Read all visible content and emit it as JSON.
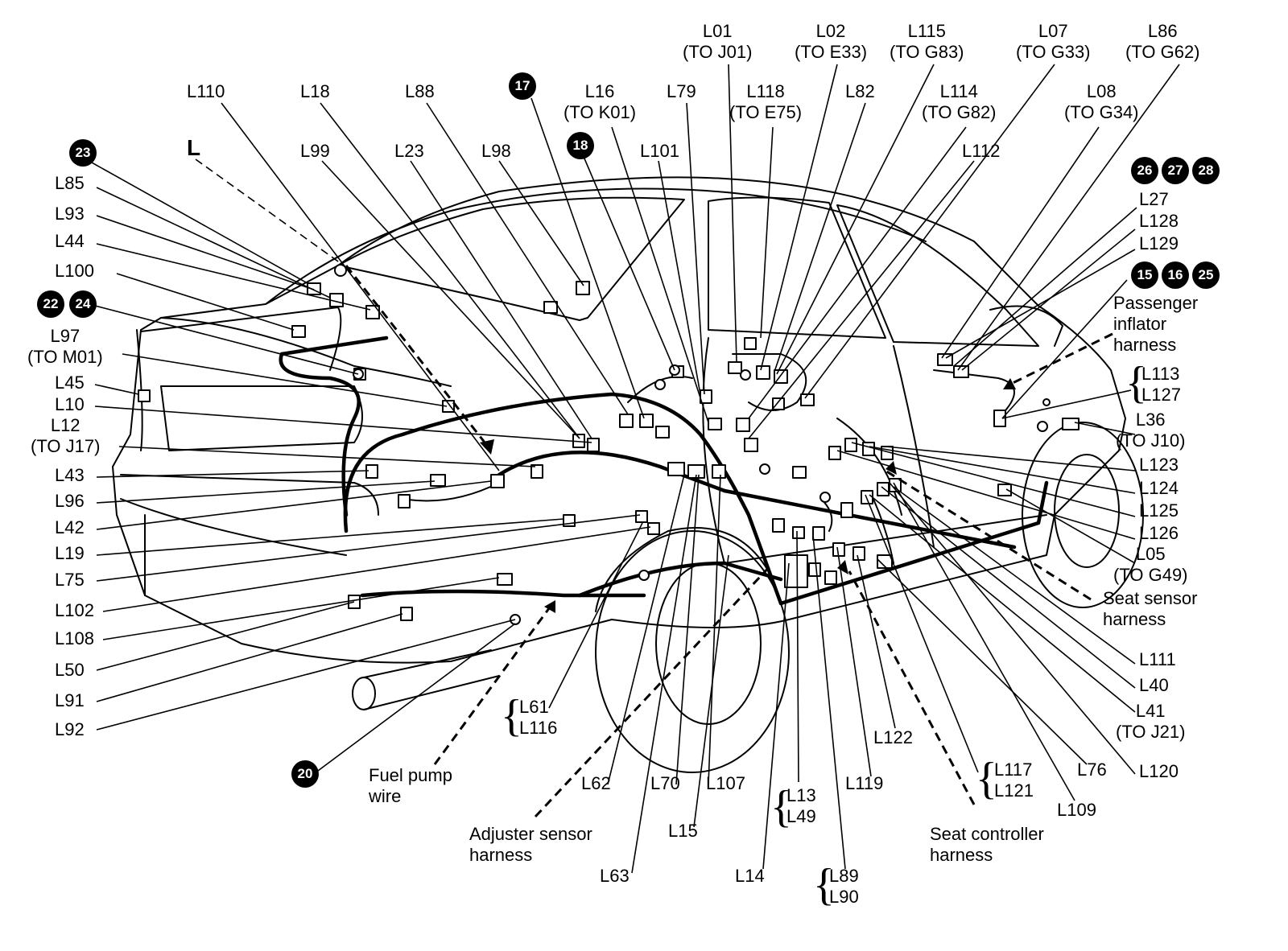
{
  "view_letter": "L",
  "top_labels": {
    "L01": "L01\n(TO J01)",
    "L02": "L02\n(TO E33)",
    "L115": "L115\n(TO G83)",
    "L07": "L07\n(TO G33)",
    "L86": "L86\n(TO G62)",
    "L110": "L110",
    "L18": "L18",
    "L88": "L88",
    "L16": "L16\n(TO K01)",
    "L79": "L79",
    "L118": "L118\n(TO E75)",
    "L82": "L82",
    "L114": "L114\n(TO G82)",
    "L08": "L08\n(TO G34)",
    "L99": "L99",
    "L23": "L23",
    "L98": "L98",
    "L101": "L101",
    "L112": "L112"
  },
  "left_labels": {
    "L85": "L85",
    "L93": "L93",
    "L44": "L44",
    "L100": "L100",
    "L97": "L97\n(TO M01)",
    "L45": "L45",
    "L10": "L10",
    "L12": "L12\n(TO J17)",
    "L43": "L43",
    "L96": "L96",
    "L42": "L42",
    "L19": "L19",
    "L75": "L75",
    "L102": "L102",
    "L108": "L108",
    "L50": "L50",
    "L91": "L91",
    "L92": "L92"
  },
  "right_labels": {
    "L27": "L27",
    "L128": "L128",
    "L129": "L129",
    "passenger_inflator": "Passenger\ninflator\nharness",
    "L113": "L113",
    "L127": "L127",
    "L36": "L36\n(TO J10)",
    "L123": "L123",
    "L124": "L124",
    "L125": "L125",
    "L126": "L126",
    "L05": "L05\n(TO G49)",
    "seat_sensor": "Seat sensor\nharness",
    "L111": "L111",
    "L40": "L40",
    "L41": "L41\n(TO J21)",
    "L120": "L120"
  },
  "bottom_labels": {
    "L61": "L61",
    "L116": "L116",
    "fuel_pump": "Fuel pump\nwire",
    "adjuster_sensor": "Adjuster sensor\nharness",
    "L62": "L62",
    "L70": "L70",
    "L107": "L107",
    "L13": "L13",
    "L49": "L49",
    "L119": "L119",
    "L122": "L122",
    "L117": "L117",
    "L121": "L121",
    "L76": "L76",
    "L109": "L109",
    "seat_controller": "Seat controller\nharness",
    "L15": "L15",
    "L63": "L63",
    "L14": "L14",
    "L89": "L89",
    "L90": "L90"
  },
  "badges": {
    "b23": "23",
    "b22": "22",
    "b24": "24",
    "b17": "17",
    "b18": "18",
    "b26": "26",
    "b27": "27",
    "b28": "28",
    "b15": "15",
    "b16": "16",
    "b25": "25",
    "b20": "20"
  }
}
